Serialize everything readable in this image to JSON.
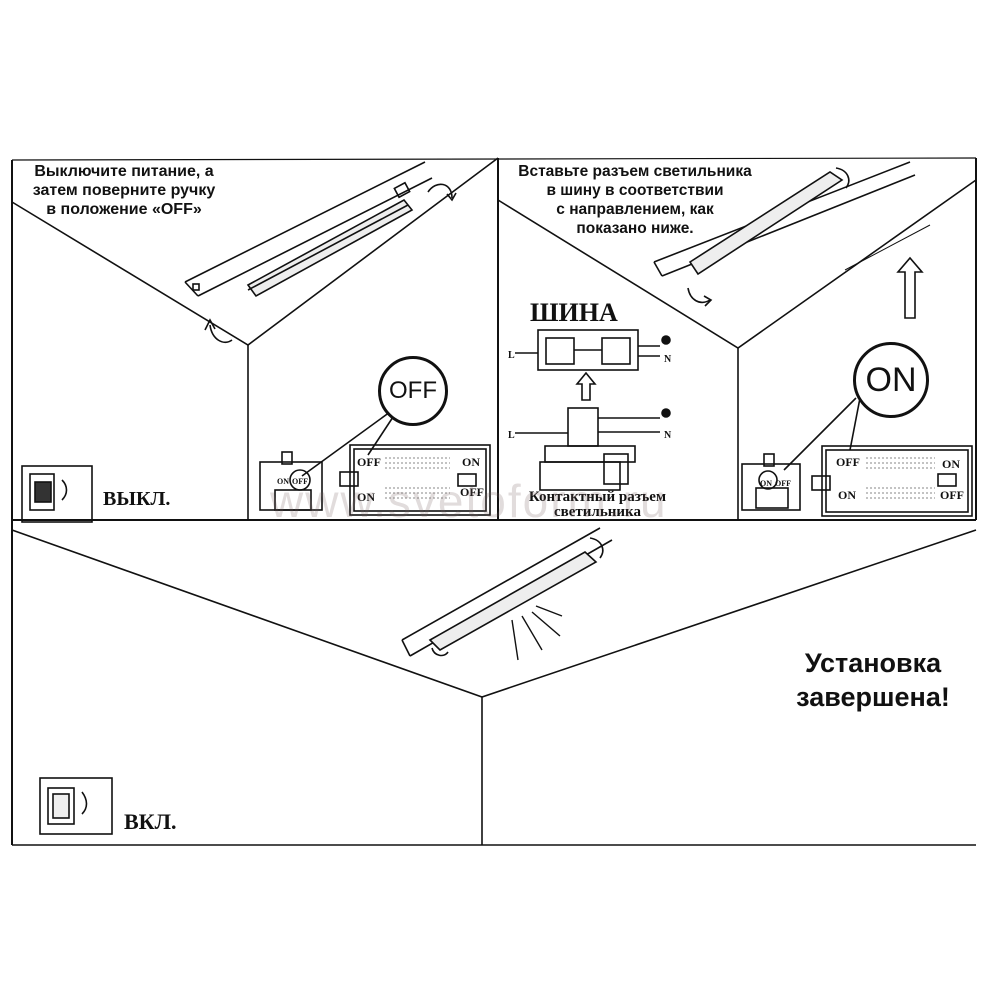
{
  "panel1": {
    "instruction": "Выключите питание, а\nзатем поверните ручку\nв положение «OFF»",
    "bubble_label": "OFF",
    "switch_caption": "ВЫКЛ.",
    "box_labels": {
      "off_top": "OFF",
      "on_top": "ON",
      "on_bottom": "ON",
      "off_bottom": "OFF"
    },
    "knob_labels": {
      "on": "ON",
      "off": "OFF"
    }
  },
  "panel2": {
    "instruction": "Вставьте разъем светильника\nв шину в соответствии\nс направлением, как\nпоказано ниже.",
    "rail_title": "ШИНА",
    "connector_caption": "Контактный разъем\nсветильника",
    "terminal_labels": {
      "l": "L",
      "n": "N"
    }
  },
  "panel3": {
    "bubble_label": "ON",
    "box_labels": {
      "off_top": "OFF",
      "on_top": "ON",
      "on_bottom": "ON",
      "off_bottom": "OFF"
    },
    "knob_labels": {
      "on": "ON",
      "off": "OFF"
    }
  },
  "panel4": {
    "switch_caption": "ВКЛ.",
    "completion": "Установка\nзавершена!"
  },
  "watermark": "www.svetoform.ru",
  "colors": {
    "line": "#111111",
    "background": "#ffffff",
    "watermark": "#785f5f"
  }
}
